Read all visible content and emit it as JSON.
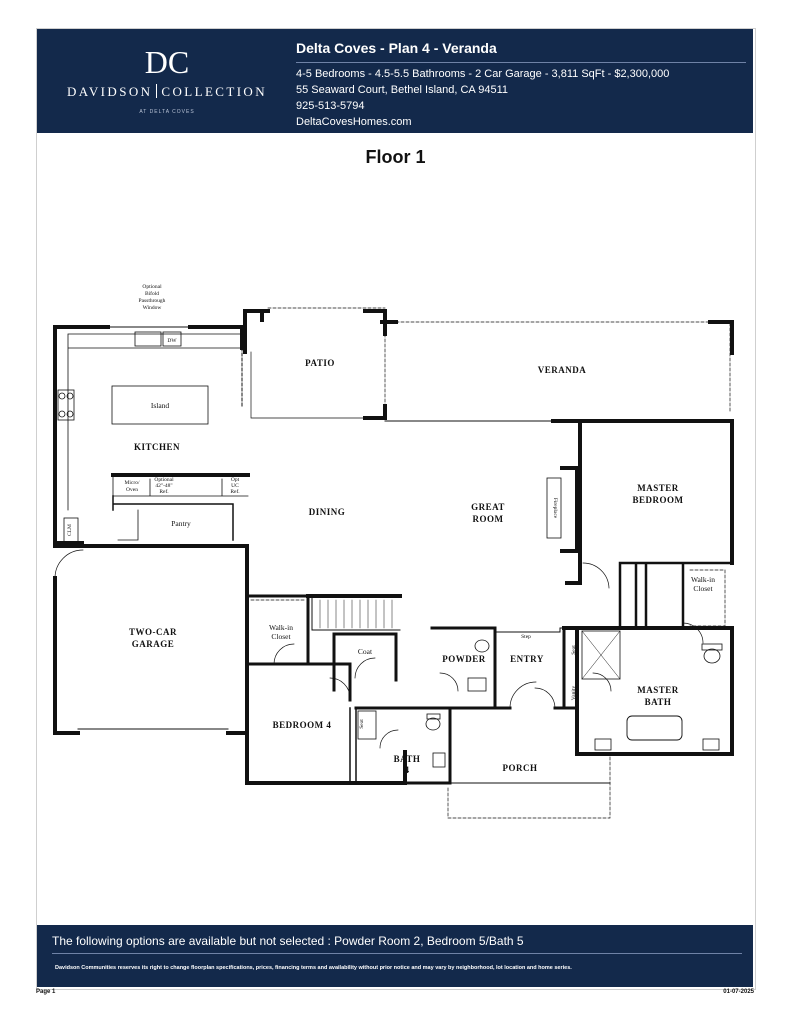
{
  "brand": {
    "monogram": "DC",
    "wordmark_left": "DAVIDSON",
    "wordmark_right": "COLLECTION",
    "sub": "AT DELTA COVES"
  },
  "listing": {
    "title": "Delta Coves - Plan 4 - Veranda",
    "specs": "4-5 Bedrooms - 4.5-5.5 Bathrooms - 2 Car Garage - 3,811 SqFt - $2,300,000",
    "address": "55 Seaward Court, Bethel Island, CA 94511",
    "phone": "925-513-5794",
    "website": "DeltaCovesHomes.com"
  },
  "floor_title": "Floor 1",
  "rooms": {
    "patio": "PATIO",
    "veranda": "VERANDA",
    "kitchen": "KITCHEN",
    "island": "Island",
    "dining": "DINING",
    "great_room_1": "GREAT",
    "great_room_2": "ROOM",
    "master_bedroom_1": "MASTER",
    "master_bedroom_2": "BEDROOM",
    "fireplace": "Fireplace",
    "pantry": "Pantry",
    "garage_1": "TWO-CAR",
    "garage_2": "GARAGE",
    "walk_in_closet_1": "Walk-in",
    "walk_in_closet_2": "Closet",
    "coat": "Coat",
    "powder": "POWDER",
    "entry": "ENTRY",
    "step": "Step",
    "bedroom4": "BEDROOM 4",
    "bath4_1": "BATH",
    "bath4_2": "4",
    "porch": "PORCH",
    "master_bath_1": "MASTER",
    "master_bath_2": "BATH",
    "seat": "Seat",
    "vanity": "Vanity",
    "dw": "DW",
    "window_note_1": "Optional",
    "window_note_2": "Bifold",
    "window_note_3": "Passthrough",
    "window_note_4": "Window",
    "micro_1": "Micro/",
    "micro_2": "Oven",
    "ref_1": "Optional",
    "ref_2": "42\"-48\"",
    "ref_3": "Ref.",
    "uc_1": "Opt",
    "uc_2": "UC",
    "uc_3": "Ref.",
    "clm": "CLM"
  },
  "footer": {
    "options": "The following options are available but not selected : Powder Room 2, Bedroom 5/Bath 5",
    "disclaimer": "Davidson Communities reserves its right to change floorplan specifications, prices, financing terms and availability without prior notice and may vary by neighborhood, lot location and home series.",
    "page": "Page 1",
    "date": "01-07-2025"
  },
  "colors": {
    "navy": "#13294b",
    "wall": "#111111",
    "rule": "#6f82a6"
  }
}
